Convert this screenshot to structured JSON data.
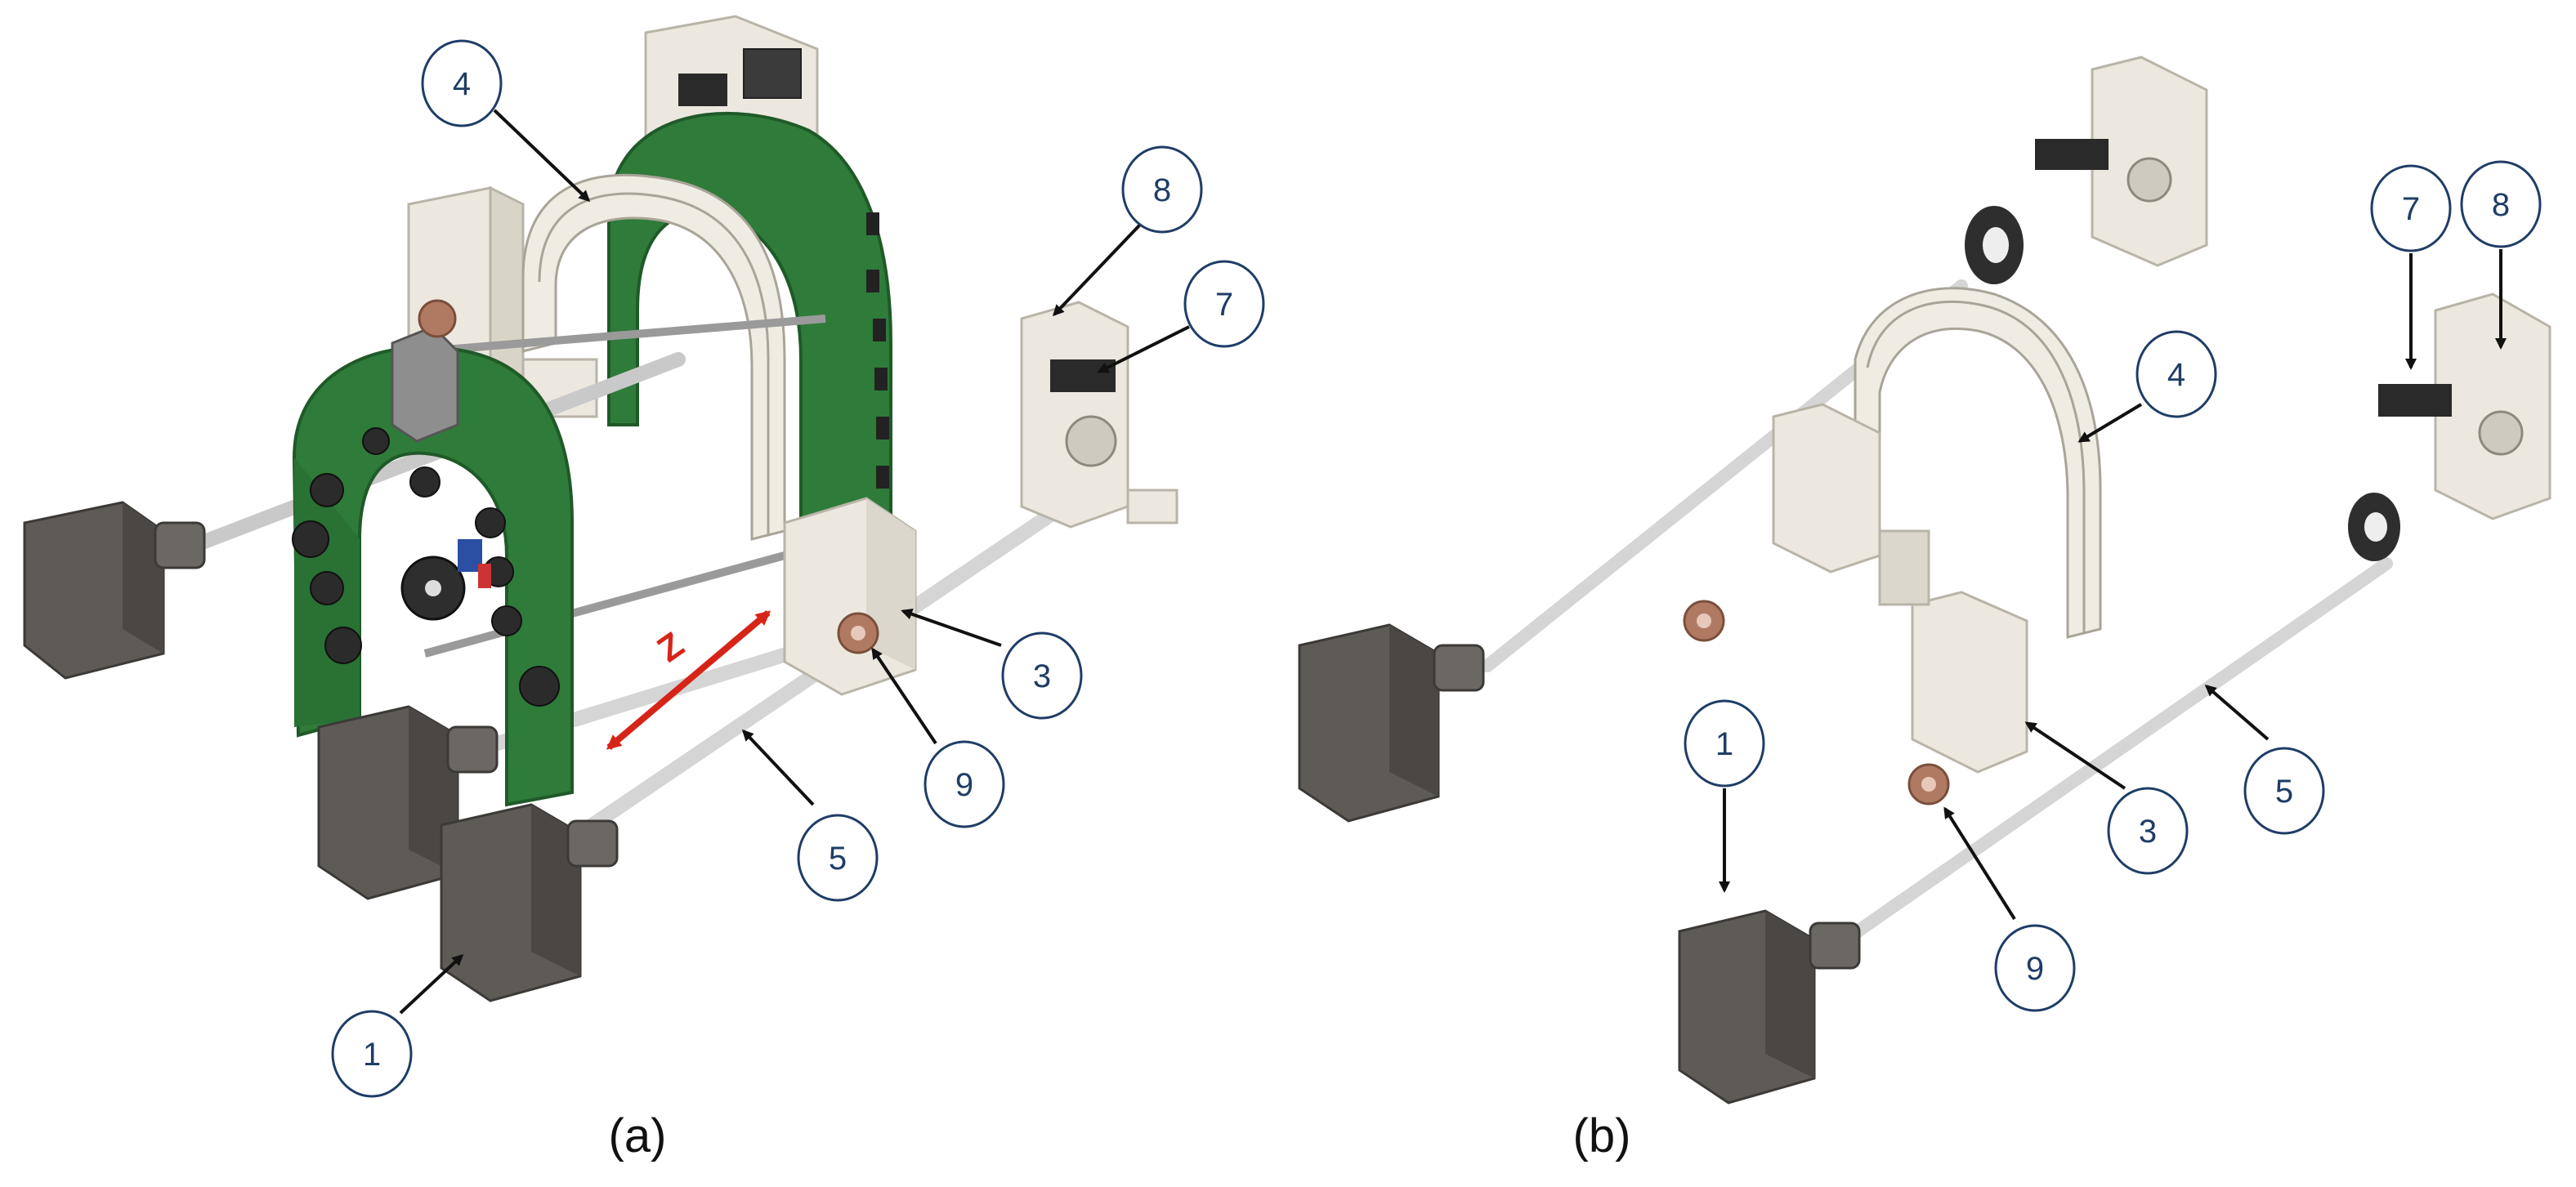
{
  "colors": {
    "frame_green": "#2f7b3a",
    "frame_green_dark": "#1f5a28",
    "plastic_white": "#ece8df",
    "motor_gray": "#5e5b57",
    "rod_gray": "#c9c9c9",
    "bronze_nut": "#b07a62",
    "callout_circle": "#1f3d66",
    "axis_arrow": "#d62518",
    "caption_text": "#111111"
  },
  "figure": {
    "panel_a": {
      "caption": "(a)",
      "axis_label": "Z",
      "callouts": [
        "4",
        "8",
        "7",
        "3",
        "9",
        "5",
        "1"
      ]
    },
    "panel_b": {
      "caption": "(b)",
      "callouts": [
        "7",
        "8",
        "4",
        "1",
        "3",
        "5",
        "9"
      ]
    }
  }
}
